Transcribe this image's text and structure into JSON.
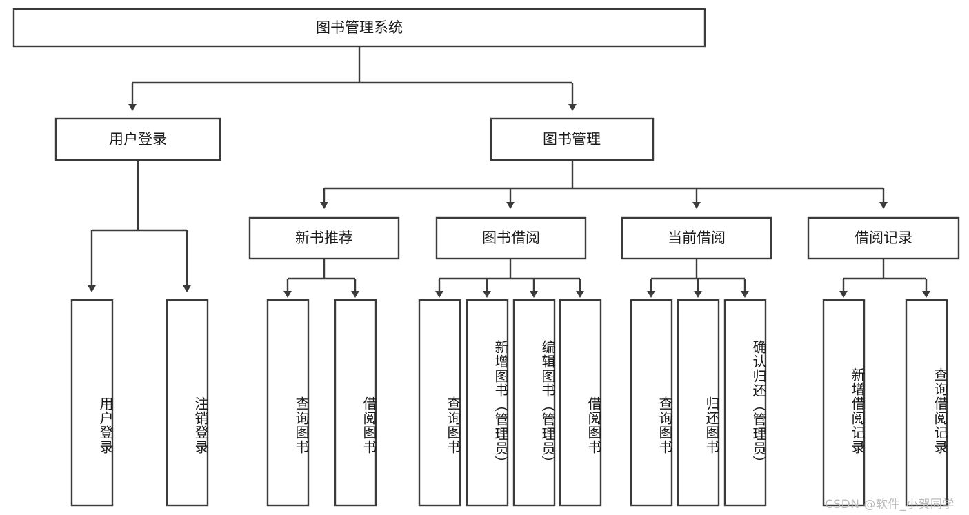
{
  "diagram": {
    "type": "tree-hierarchy-chart",
    "title": "图书管理系统",
    "root": {
      "id": "root",
      "label": "图书管理系统",
      "orientation": "horizontal"
    },
    "level1": [
      {
        "id": "user-login",
        "label": "用户登录",
        "orientation": "horizontal"
      },
      {
        "id": "book-manage",
        "label": "图书管理",
        "orientation": "horizontal"
      }
    ],
    "level2": [
      {
        "id": "new-book-rec",
        "label": "新书推荐",
        "parent": "book-manage",
        "orientation": "horizontal"
      },
      {
        "id": "book-borrow",
        "label": "图书借阅",
        "parent": "book-manage",
        "orientation": "horizontal"
      },
      {
        "id": "current-borrow",
        "label": "当前借阅",
        "parent": "book-manage",
        "orientation": "horizontal"
      },
      {
        "id": "borrow-record",
        "label": "借阅记录",
        "parent": "book-manage",
        "orientation": "horizontal"
      }
    ],
    "leaves": [
      {
        "id": "leaf-user-login",
        "label": "用户登录",
        "parent": "user-login",
        "orientation": "vertical"
      },
      {
        "id": "leaf-logout",
        "label": "注销登录",
        "parent": "user-login",
        "orientation": "vertical"
      },
      {
        "id": "leaf-query-book-1",
        "label": "查询图书",
        "parent": "new-book-rec",
        "orientation": "vertical"
      },
      {
        "id": "leaf-borrow-book-1",
        "label": "借阅图书",
        "parent": "new-book-rec",
        "orientation": "vertical"
      },
      {
        "id": "leaf-query-book-2",
        "label": "查询图书",
        "parent": "book-borrow",
        "orientation": "vertical"
      },
      {
        "id": "leaf-add-book",
        "label": "新增图书（管理员）",
        "parent": "book-borrow",
        "orientation": "vertical"
      },
      {
        "id": "leaf-edit-book",
        "label": "编辑图书（管理员）",
        "parent": "book-borrow",
        "orientation": "vertical"
      },
      {
        "id": "leaf-borrow-book-2",
        "label": "借阅图书",
        "parent": "book-borrow",
        "orientation": "vertical"
      },
      {
        "id": "leaf-query-book-3",
        "label": "查询图书",
        "parent": "current-borrow",
        "orientation": "vertical"
      },
      {
        "id": "leaf-return-book",
        "label": "归还图书",
        "parent": "current-borrow",
        "orientation": "vertical"
      },
      {
        "id": "leaf-confirm-return",
        "label": "确认归还（管理员）",
        "parent": "current-borrow",
        "orientation": "vertical"
      },
      {
        "id": "leaf-add-record",
        "label": "新增借阅记录",
        "parent": "borrow-record",
        "orientation": "vertical"
      },
      {
        "id": "leaf-query-record",
        "label": "查询借阅记录",
        "parent": "borrow-record",
        "orientation": "vertical"
      }
    ],
    "colors": {
      "background": "#ffffff",
      "box_fill": "#ffffff",
      "box_stroke": "#3b3b3b",
      "connector": "#3b3b3b",
      "text": "#1a1a1a",
      "watermark": "#b9b9b9"
    }
  },
  "watermark": {
    "text": "CSDN @软件_小贺同学"
  }
}
